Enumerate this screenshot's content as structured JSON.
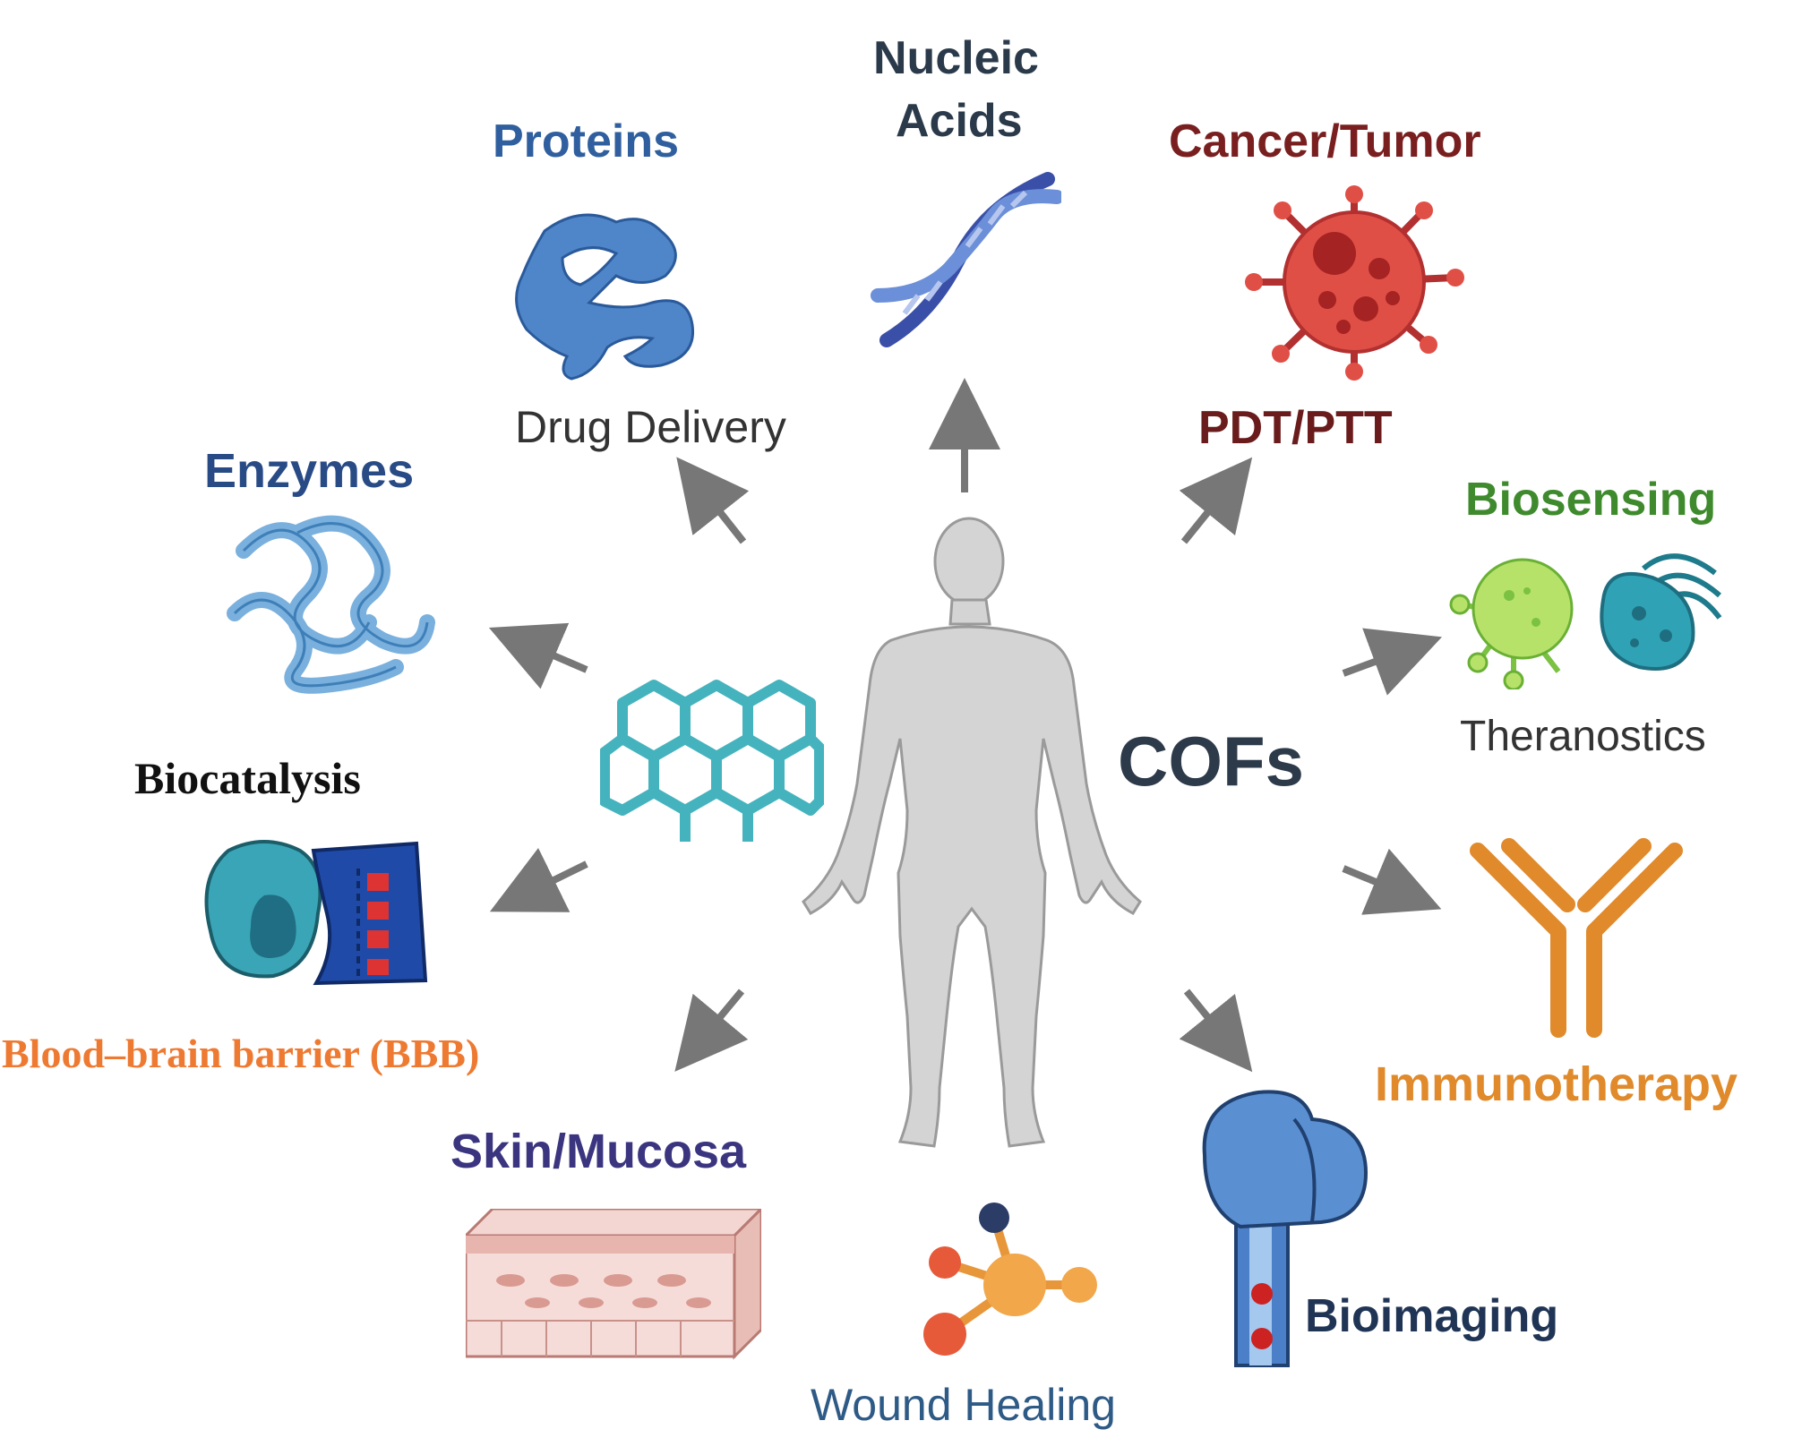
{
  "center": {
    "label": "COFs"
  },
  "labels": {
    "nucleic_acids_1": "Nucleic",
    "nucleic_acids_2": "Acids",
    "proteins": "Proteins",
    "drug_delivery": "Drug Delivery",
    "cancer_tumor": "Cancer/Tumor",
    "pdt_ptt": "PDT/PTT",
    "enzymes": "Enzymes",
    "biosensing": "Biosensing",
    "theranostics": "Theranostics",
    "biocatalysis": "Biocatalysis",
    "bbb": "Blood–brain barrier (BBB)",
    "immunotherapy": "Immunotherapy",
    "skin_mucosa": "Skin/Mucosa",
    "wound_healing": "Wound Healing",
    "bioimaging": "Bioimaging"
  },
  "colors": {
    "proteins": "#2f5f9e",
    "nucleic_acids": "#2b3a4a",
    "cancer": "#7a1f1f",
    "enzymes": "#284b86",
    "biosensing": "#3e8a2d",
    "bbb": "#ee7a32",
    "immunotherapy": "#e08a2b",
    "skin": "#3b3580",
    "wound": "#2e5a86",
    "bioimaging": "#203555",
    "cofs": "#2d3a4a",
    "arrow": "#777777"
  },
  "icons": {
    "protein": "protein-ribbon-icon",
    "dna": "dna-helix-icon",
    "tumor": "tumor-cell-icon",
    "enzyme": "enzyme-coil-icon",
    "bacteria": "bacteria-icon",
    "virus": "virus-icon",
    "bbb": "blood-brain-barrier-icon",
    "antibody": "antibody-icon",
    "skin": "skin-layers-icon",
    "molecule": "molecule-icon",
    "brain": "brain-icon",
    "cof": "cof-lattice-icon",
    "body": "human-body-icon"
  }
}
